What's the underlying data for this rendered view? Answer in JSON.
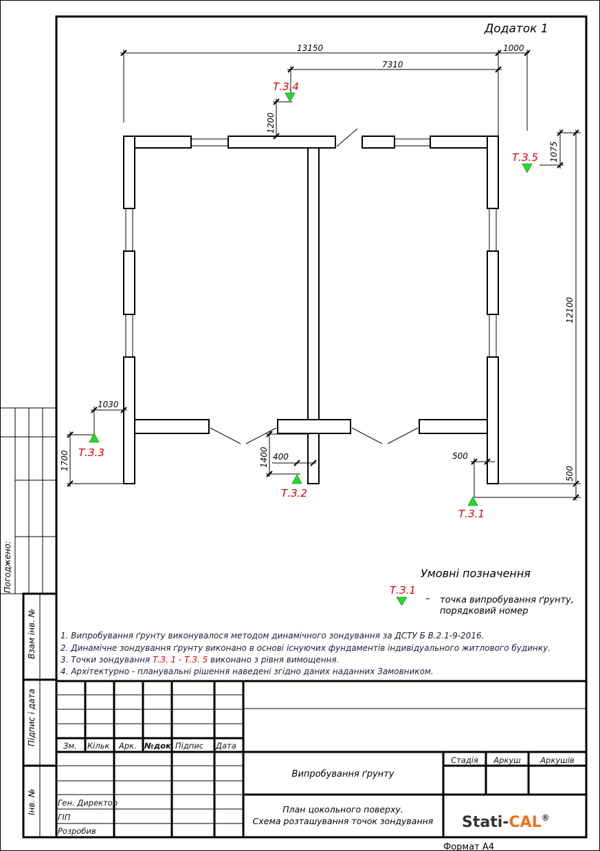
{
  "sheet_label": "Додаток 1",
  "dimensions": {
    "d13150": "13150",
    "d1000": "1000",
    "d7310": "7310",
    "d1200": "1200",
    "d1075": "1075",
    "d12100": "12100",
    "d500_right": "500",
    "d500_bottom": "500",
    "d1030": "1030",
    "d1700": "1700",
    "d1400": "1400",
    "d400": "400"
  },
  "points": {
    "t31": "Т.З.1",
    "t32": "Т.З.2",
    "t33": "Т.З.3",
    "t34": "Т.З.4",
    "t35": "Т.З.5"
  },
  "legend": {
    "title": "Умовні позначення",
    "marker_label": "Т.З.1",
    "dash": "–",
    "line1": "точка випробування ґрунту,",
    "line2": "порядковий номер"
  },
  "notes": {
    "n1": "1.  Випробування ґрунту виконувалося методом динамічного зондування за ДСТУ Б В.2.1-9-2016.",
    "n2": "2.  Динамічне зондування ґрунту виконано в основі існуючих фундаментів індивідуального житлового будинку.",
    "n3_pre": "3.  Точки зондування ",
    "n3_red": "Т.З. 1 - Т.З. 5",
    "n3_post": "  виконано з рівня вимощення.",
    "n4": "4.  Архітектурно - планувальні рішення наведені згідно даних наданних Замовником."
  },
  "side_stamp": {
    "agreed": "Погоджено:",
    "inv_replace": "Взам інв. №",
    "sign_date": "Підпис і дата",
    "inv_no": "Інв. №"
  },
  "title_block": {
    "cols": [
      "Зм.",
      "Кільк",
      "Арк.",
      "№док.",
      "Підпис",
      "Дата"
    ],
    "roles": [
      "Ген. Директор",
      "ГІП",
      "Розробив"
    ],
    "project": "Випробування ґрунту",
    "stage": "Стадія",
    "sheet": "Аркуш",
    "sheets": "Аркушів",
    "drawing_title_1": "План цокольного поверху.",
    "drawing_title_2": "Схема розташування точок зондування",
    "logo_a": "Stati-",
    "logo_b": "CAL",
    "logo_reg": "®",
    "format": "Формат А4"
  },
  "colors": {
    "marker": "#22dd22",
    "label": "#e00000",
    "logo_accent": "#f07020"
  }
}
